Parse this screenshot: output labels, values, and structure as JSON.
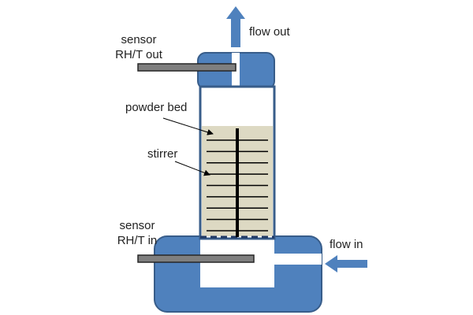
{
  "labels": {
    "sensor_out": [
      "sensor",
      "RH/T out"
    ],
    "sensor_in": [
      "sensor",
      "RH/T in"
    ],
    "flow_out": "flow out",
    "flow_in": "flow in",
    "powder_bed": "powder bed",
    "stirrer": "stirrer"
  },
  "colors": {
    "housing_fill": "#4f81bd",
    "housing_stroke": "#385d8a",
    "powder_fill": "#ddd9c3",
    "probe_fill": "#7f7f7f",
    "arrow": "#4f81bd",
    "ink": "#000000",
    "text": "#222222"
  },
  "icons": {
    "flow_out": "arrow-up-icon",
    "flow_in": "arrow-left-icon"
  },
  "stirrer_blade_count": 9
}
